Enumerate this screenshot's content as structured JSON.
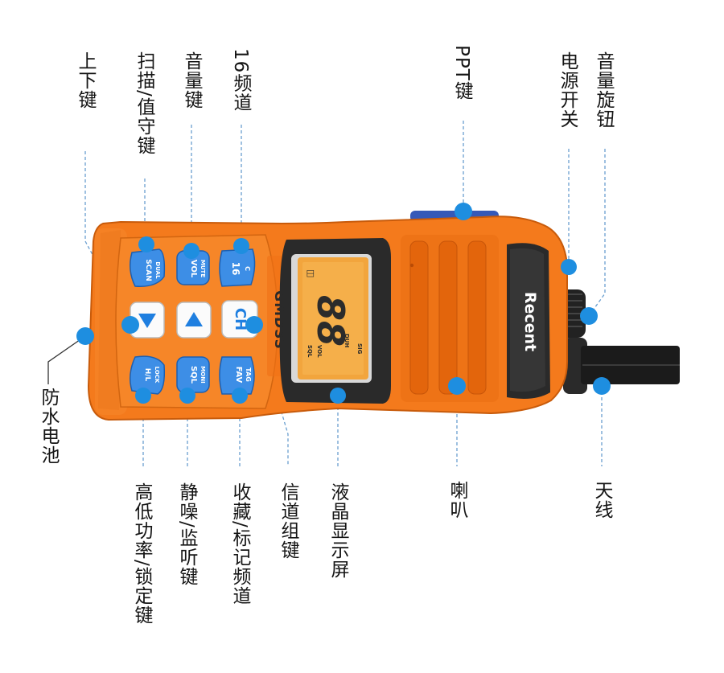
{
  "labels": {
    "volume_knob": "音量旋钮",
    "power_switch": "电源开关",
    "ppt_key": "PPT键",
    "ch16": "16频道",
    "volume_key": "音量键",
    "scan_key": "扫描/值守键",
    "updown_key": "上下键",
    "battery": "防水电池",
    "power_lock_key": "高低功率/锁定键",
    "squelch_key": "静噪/监听键",
    "favorite_key": "收藏/标记频道",
    "channel_group_key": "信道组键",
    "lcd": "液晶显示屏",
    "speaker": "喇叭",
    "antenna": "天线"
  },
  "device": {
    "brand": "Recent",
    "model": "GMDSS",
    "keys": {
      "dual": "DUAL",
      "scan": "SCAN",
      "mute": "MUTE",
      "vol": "VOL",
      "c": "C",
      "c16": "16",
      "ch": "CH",
      "hl": "H/L",
      "lock": "LOCK",
      "moni": "MONI",
      "sql": "SQL",
      "tag": "TAG",
      "fav": "FAV"
    },
    "lcd": {
      "channel": "88",
      "icon": "◫",
      "duh": "DUH",
      "sql": "SQL",
      "vol": "VOL",
      "sig": "SIG"
    }
  },
  "colors": {
    "body": "#f47a1c",
    "accent": "#1e8ee0",
    "lcd": "#f2a53d",
    "key_blue": "#3d8ee6"
  }
}
